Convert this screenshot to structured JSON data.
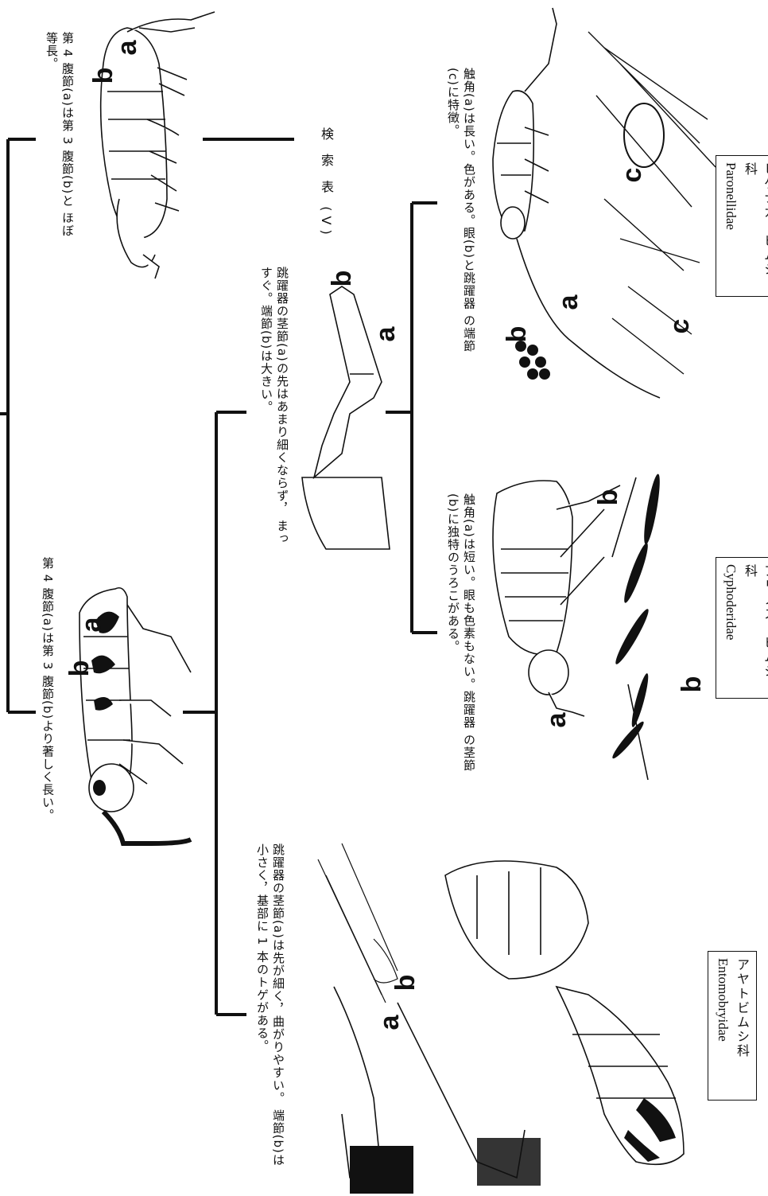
{
  "title": "検 索 表 (V)",
  "nodes": {
    "root_short": "第 4 腹節(a)は第 3 腹節(b)と ほぼ等長。",
    "root_long": "第 4 腹節(a)は第 3 腹節(b)より著しく長い。",
    "furca_thin": "跳躍器の茎節(a)は先が細く，曲がりやすい。 端節(b)は小さく，基部に 1 本のトゲがある。",
    "furca_straight": "跳躍器の茎節(a)の先はあまり細くならず， まっすぐ。端節(b)は大きい。",
    "antenna_short": "触角(a)は短い。眼も色素もない。跳躍器 の茎節(b)に独特のうろこがある。",
    "antenna_long": "触角(a)は長い。色がある。眼(b)と跳躍器 の端節(c)に特徴。"
  },
  "families": [
    {
      "jp": "アヤトビムシ科",
      "en": "Entomobryidae"
    },
    {
      "jp": "アリノストビムシ科",
      "en": "Cyphoderidae"
    },
    {
      "jp": "ヒゲナガトビムシ科",
      "en": "Paronellidae"
    }
  ],
  "labels": {
    "a": "a",
    "b": "b",
    "c": "c"
  }
}
